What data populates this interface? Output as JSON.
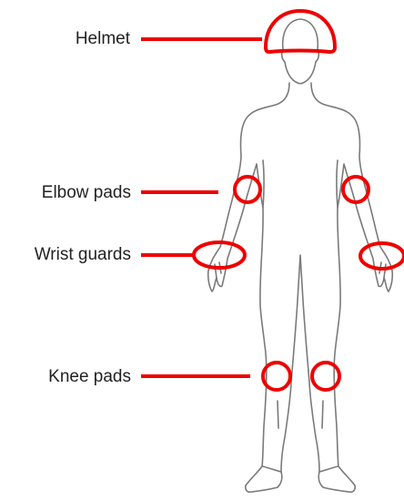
{
  "labels": {
    "helmet": "Helmet",
    "elbow_pads": "Elbow pads",
    "wrist_guards": "Wrist guards",
    "knee_pads": "Knee pads"
  },
  "colors": {
    "marker": "#ee0000",
    "outline": "#7a7a7a",
    "text": "#222222",
    "background": "#ffffff"
  }
}
